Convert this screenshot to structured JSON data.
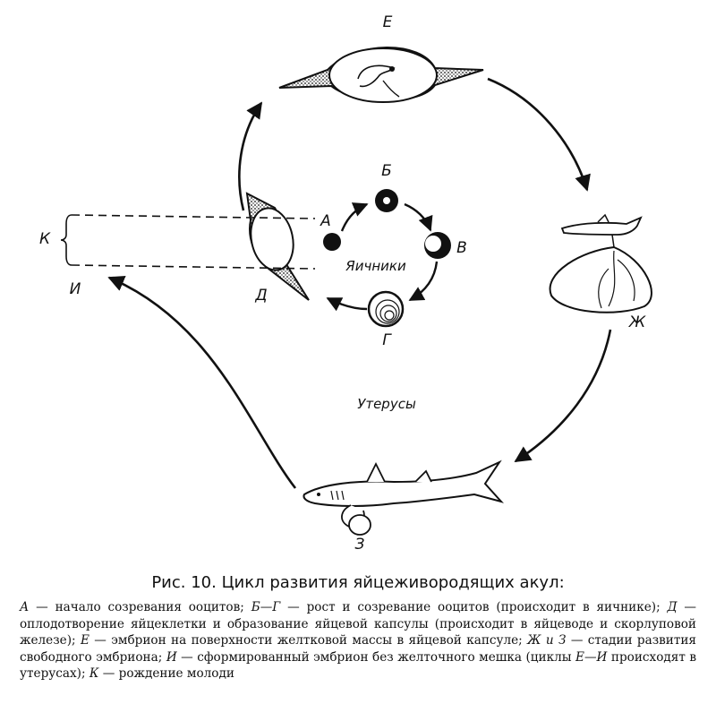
{
  "diagram": {
    "labels": {
      "A": "А",
      "B": "Б",
      "V": "В",
      "G": "Г",
      "D": "Д",
      "E": "Е",
      "Zh": "Ж",
      "Z": "З",
      "I": "И",
      "K": "К"
    },
    "organs": {
      "ovary": "Яичники",
      "uterus": "Утерусы"
    }
  },
  "caption": {
    "title": "Рис. 10. Цикл развития яйцеживородящих акул:",
    "items": [
      {
        "key": "А",
        "text": " — начало созревания ооцитов; "
      },
      {
        "key": "Б—Г",
        "text": " — рост и созревание ооцитов (происходит в яичнике); "
      },
      {
        "key": "Д",
        "text": " — оплодотворение яйцеклетки и образование яйцевой капсулы (происходит в яйцеводе и скорлуповой железе); "
      },
      {
        "key": "Е",
        "text": " — эмбрион на поверхности желтковой массы в яйцевой капсуле; "
      },
      {
        "key": "Ж и З",
        "text": " — стадии развития свободного эмбриона; "
      },
      {
        "key": "И",
        "text": " — сформированный эмбрион без желточного мешка (циклы "
      },
      {
        "key": "Е—И",
        "text": " происходят в утерусах); "
      },
      {
        "key": "К",
        "text": " — рождение молоди"
      }
    ]
  }
}
